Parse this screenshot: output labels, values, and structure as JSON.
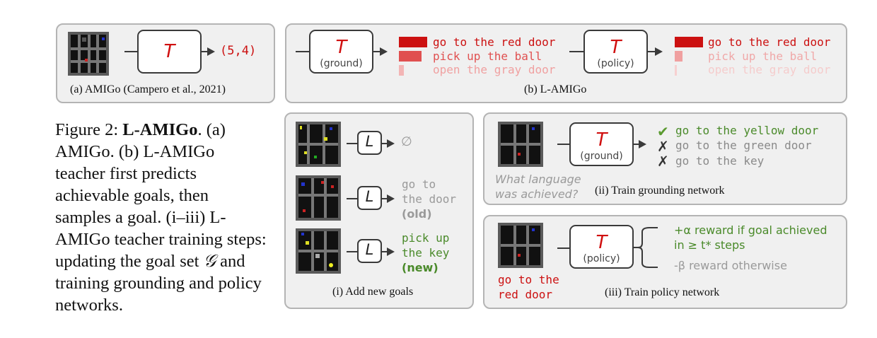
{
  "colors": {
    "red": "#cc1111",
    "pink": "#e86060",
    "lightpink": "#f3b5b5",
    "green": "#4a8a2a",
    "gray": "#9a9a9a",
    "panel": "#f0f0f0"
  },
  "panel_a": {
    "teacher_letter": "T",
    "output": "(5,4)",
    "caption": "(a) AMIGo (Campero et al., 2021)"
  },
  "panel_b": {
    "ground_letter": "T",
    "ground_sub": "(ground)",
    "policy_letter": "T",
    "policy_sub": "(policy)",
    "goals": [
      "go to the red door",
      "pick up the ball",
      "open the gray door"
    ],
    "ground_probs": [
      0.9,
      0.75,
      0.15
    ],
    "policy_probs": [
      0.9,
      0.3,
      0.05
    ],
    "caption": "(b) L-AMIGo"
  },
  "figure_text": {
    "prefix": "Figure 2: ",
    "bold": "L-AMIGo",
    "body": ". (a) AMIGo. (b) L-AMIGo teacher first predicts achievable goals, then samples a goal. (i–iii) L-AMIGo teacher training steps: updating the goal set ",
    "goalset": "𝒢",
    "suffix": " and training grounding and policy networks."
  },
  "panel_i": {
    "letter": "L",
    "out1": "∅",
    "out2_line1": "go to",
    "out2_line2": "the door",
    "out2_tag": "(old)",
    "out3_line1": "pick up",
    "out3_line2": "the key",
    "out3_tag": "(new)",
    "caption": "(i) Add new goals"
  },
  "panel_ii": {
    "letter": "T",
    "sub": "(ground)",
    "items": [
      {
        "mark": "✔",
        "text": "go to the yellow door"
      },
      {
        "mark": "✗",
        "text": "go to the green door"
      },
      {
        "mark": "✗",
        "text": "go to the key"
      }
    ],
    "question_line1": "What language",
    "question_line2": "was achieved?",
    "caption": "(ii) Train grounding network"
  },
  "panel_iii": {
    "letter": "T",
    "sub": "(policy)",
    "reward_pos_line1": "+α reward if goal achieved",
    "reward_pos_line2": "in ≥ t* steps",
    "reward_neg": "-β reward otherwise",
    "goal_line1": "go to the",
    "goal_line2": "red door",
    "caption": "(iii) Train policy network"
  }
}
